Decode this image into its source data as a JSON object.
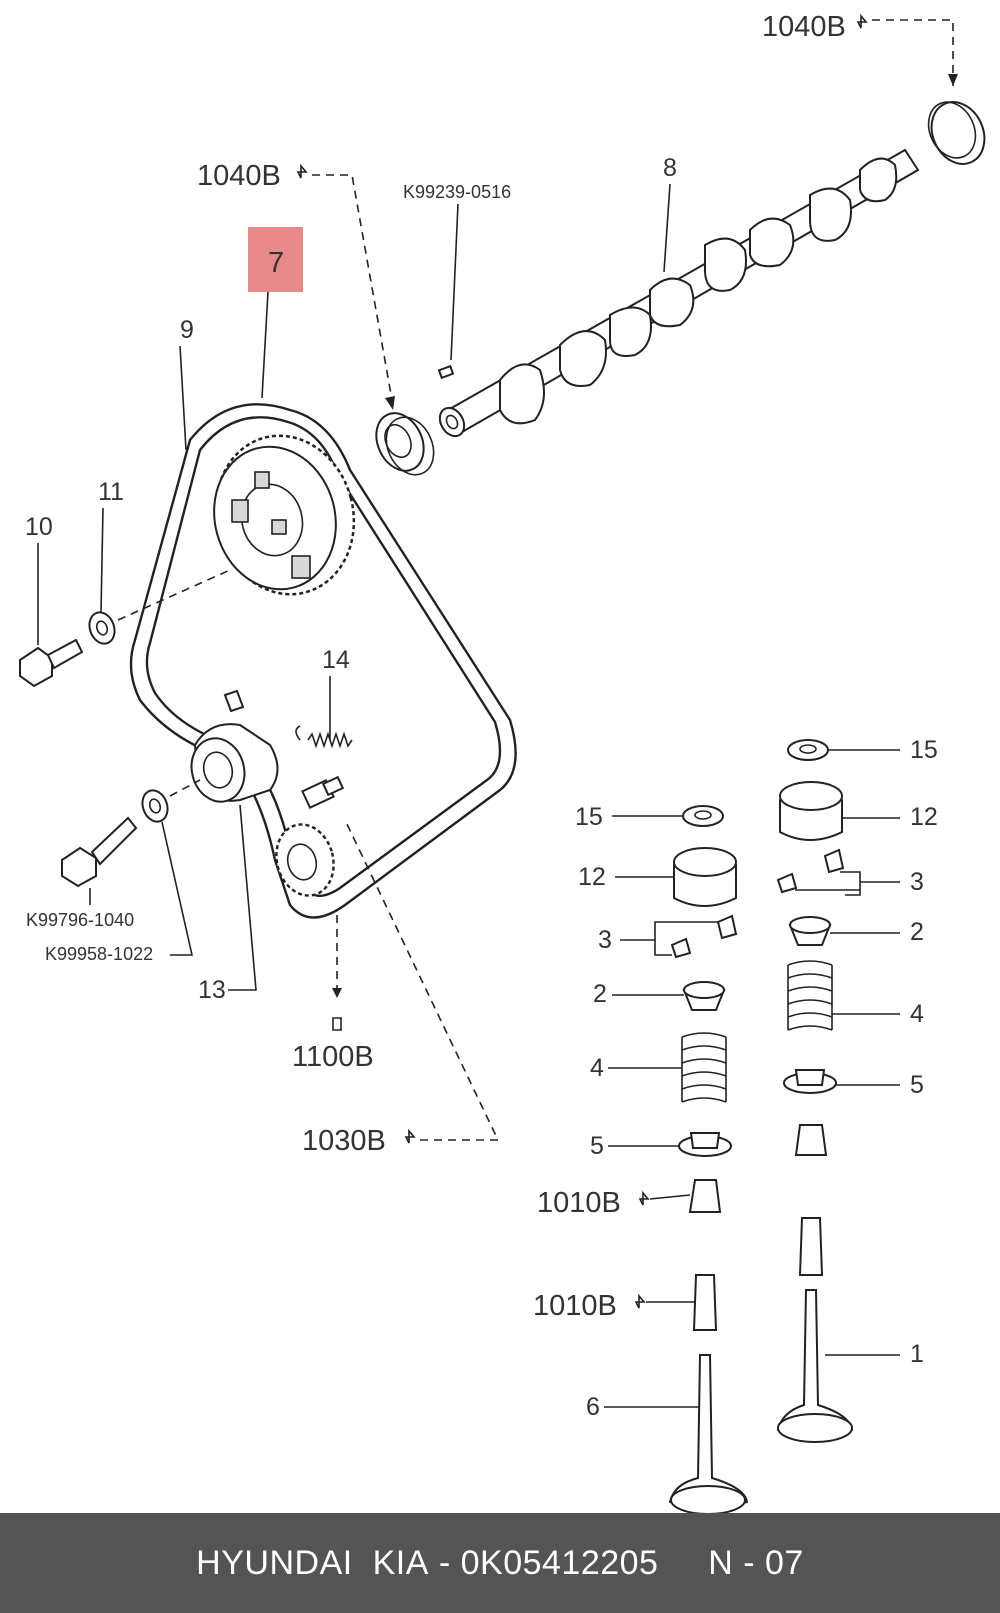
{
  "diagram": {
    "labels": {
      "ref_1040b_top": "1040B",
      "ref_1040b_mid": "1040B",
      "part_k99239": "K99239-0516",
      "part_8": "8",
      "part_7": "7",
      "part_9": "9",
      "part_10": "10",
      "part_11": "11",
      "part_14": "14",
      "part_k99796": "K99796-1040",
      "part_k99958": "K99958-1022",
      "part_13": "13",
      "ref_1100b": "1100B",
      "ref_1030b": "1030B",
      "r_15": "15",
      "r_12": "12",
      "r_3": "3",
      "r_2": "2",
      "r_4": "4",
      "r_5": "5",
      "r_1": "1",
      "l_15": "15",
      "l_12": "12",
      "l_3": "3",
      "l_2": "2",
      "l_4": "4",
      "l_5": "5",
      "ref_1010b_a": "1010B",
      "ref_1010b_b": "1010B",
      "l_6": "6"
    },
    "highlight_color": "#e57373"
  },
  "footer": {
    "brand": "HYUNDAI  KIA",
    "separator": " - ",
    "part_number": "0K05412205",
    "page": "N - 07"
  }
}
